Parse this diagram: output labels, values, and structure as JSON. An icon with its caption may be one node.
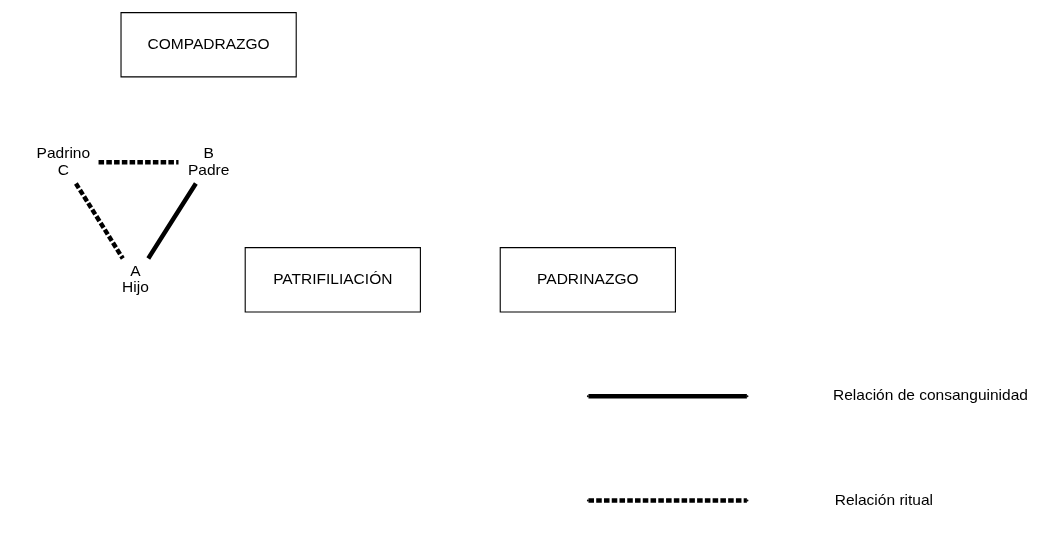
{
  "diagram": {
    "nodes": [
      {
        "text": [
          "COMPADRAZGO"
        ]
      },
      {
        "text": [
          "Padrino",
          "C"
        ]
      },
      {
        "text": [
          "B",
          "Padre"
        ]
      },
      {
        "text": [
          "PATRIFILIACIÓN"
        ]
      },
      {
        "text": [
          "PADRINAZGO"
        ]
      },
      {
        "text": [
          "A",
          "Hijo"
        ]
      }
    ],
    "edges": [
      {
        "from": 1,
        "to": 2,
        "arrow": "none",
        "style": "dashed"
      },
      {
        "from": 2,
        "to": 5,
        "arrow": "none"
      },
      {
        "from": 1,
        "to": 5,
        "arrow": "none",
        "style": "dashed"
      }
    ],
    "legend": [
      {
        "text": "Relación de consanguinidad"
      },
      {
        "text": "Relación ritual"
      }
    ]
  }
}
